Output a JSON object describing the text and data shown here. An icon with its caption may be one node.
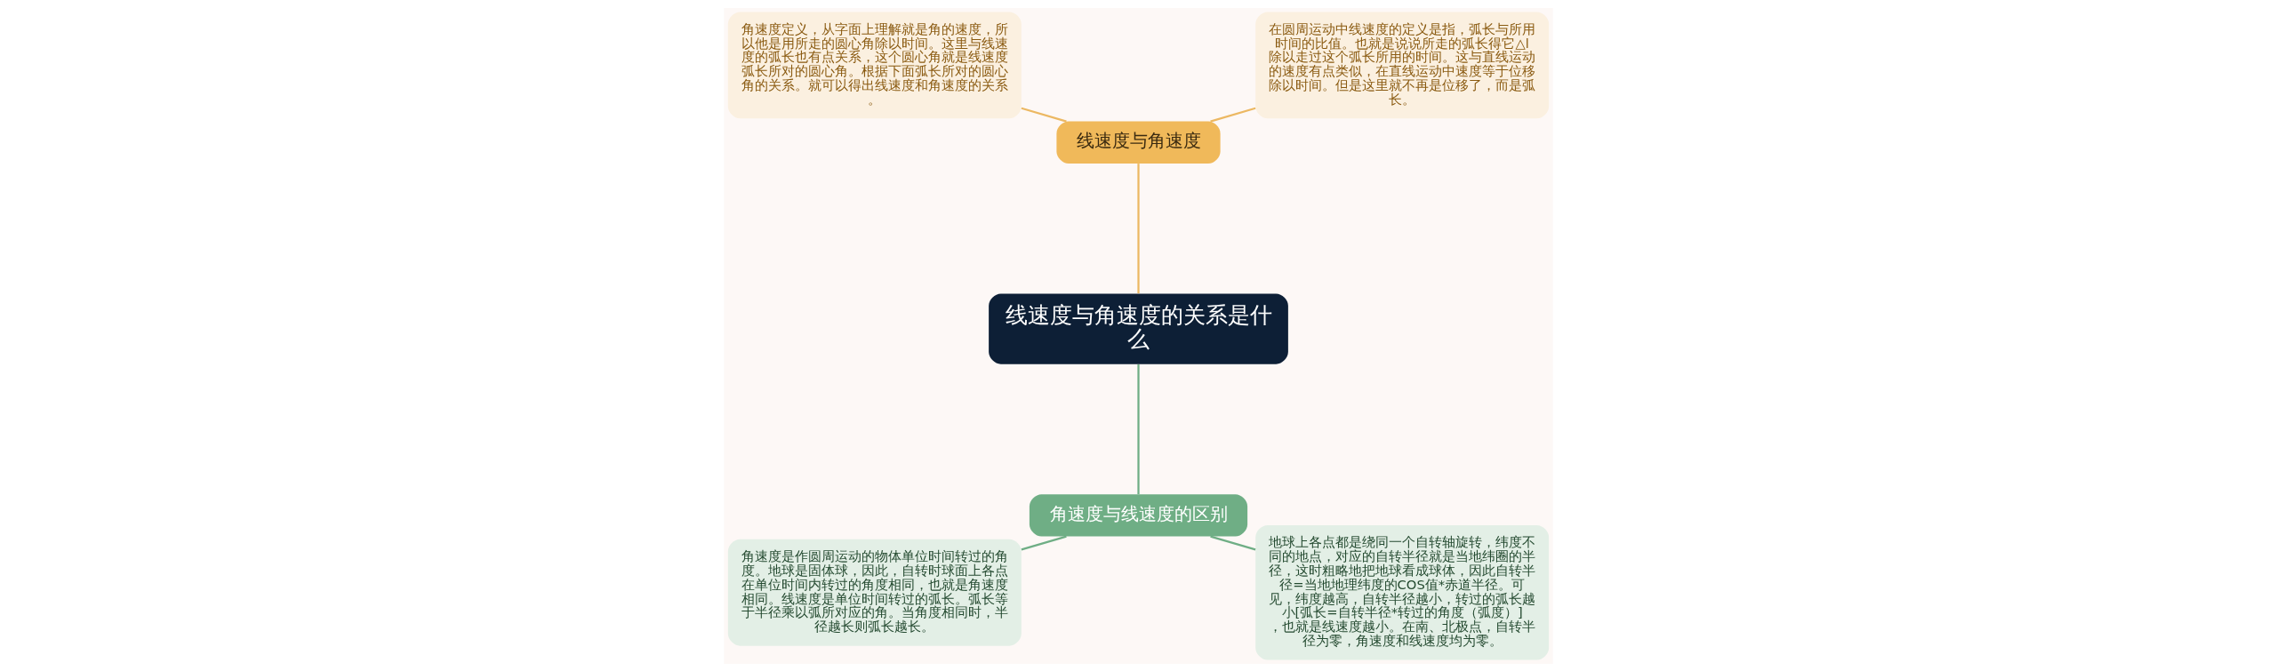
{
  "diagram": {
    "nodes": [
      {
        "text": [
          "线速度与角速度的关系是什么"
        ]
      },
      {
        "text": [
          "线速度与角速度"
        ]
      },
      {
        "text": [
          "在圆周运动中线速度的定义是指，弧长与所用时间的比值。也就是说说所走的弧长得它△l除以走过这个弧长所用的时间。这与直线运动的速度有点类似，在直线运动中速度等于位移除以时间。但是这里就不再是位移了，而是弧长。"
        ]
      },
      {
        "text": [
          "角速度定义，从字面上理解就是角的速度，所以他是用所走的圆心角除以时间。这里与线速度的弧长也有点关系，这个圆心角就是线速度弧长所对的圆心角。根据下面弧长所对的圆心角的关系。就可以得出线速度和角速度的关系。"
        ]
      },
      {
        "text": [
          "角速度与线速度的区别"
        ]
      },
      {
        "text": [
          "角速度是作圆周运动的物体单位时间转过的角度。地球是固体球，因此，自转时球面上各点在单位时间内转过的角度相同，也就是角速度相同。线速度是单位时间转过的弧长。弧长等于半径乘以弧所对应的角。当角度相同时，半径越长则弧长越长。"
        ]
      },
      {
        "text": [
          "地球上各点都是绕同一个自转轴旋转，纬度不同的地点，对应的自转半径就是当地纬圈的半径，这时粗略地把地球看成球体，因此自转半径=当地地理纬度的COS值*赤道半径。可见，纬度越高，自转半径越小，转过的弧长越小[弧长=自转半径*转过的角度（弧度）]，也就是线速度越小。在南、北极点，自转半径为零，角速度和线速度均为零。"
        ]
      }
    ],
    "edges": [
      {
        "from": 0,
        "to": 1,
        "arrow": "none",
        "color": "#ecb862"
      },
      {
        "from": 1,
        "to": 2,
        "arrow": "none",
        "color": "#ecb862"
      },
      {
        "from": 1,
        "to": 3,
        "arrow": "none",
        "color": "#ecb862"
      },
      {
        "from": 0,
        "to": 4,
        "arrow": "none",
        "color": "#6fae85"
      },
      {
        "from": 4,
        "to": 5,
        "arrow": "none",
        "color": "#6fae85"
      },
      {
        "from": 4,
        "to": 6,
        "arrow": "none",
        "color": "#6fae85"
      }
    ]
  }
}
